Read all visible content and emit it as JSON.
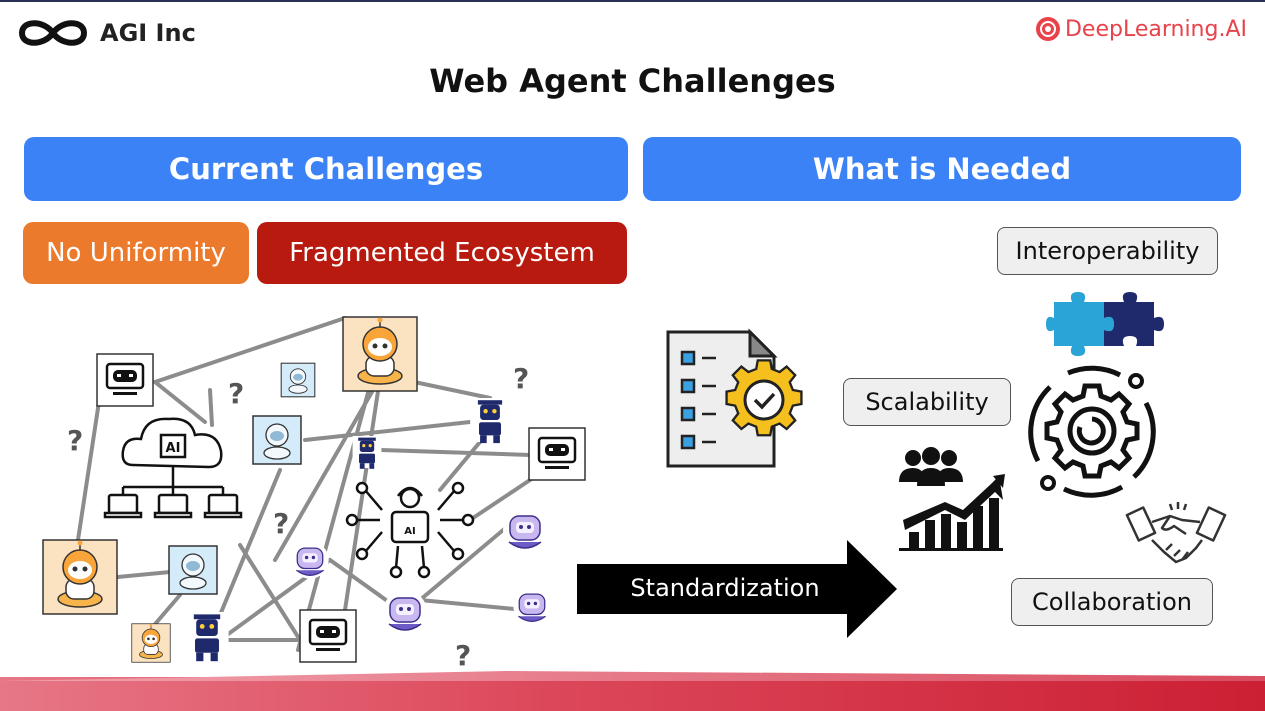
{
  "header": {
    "brand_left": "AGI Inc",
    "brand_right": "DeepLearning.AI",
    "title": "Web Agent Challenges"
  },
  "columns": {
    "left_header": "Current Challenges",
    "right_header": "What is Needed"
  },
  "challenges": {
    "tag1": "No Uniformity",
    "tag2": "Fragmented Ecosystem",
    "question_mark": "?",
    "ai_label": "AI"
  },
  "arrow": {
    "label": "Standardization"
  },
  "needs": {
    "interoperability": "Interoperability",
    "scalability": "Scalability",
    "collaboration": "Collaboration"
  },
  "colors": {
    "header_blue": "#3b82f6",
    "tag_orange": "#ec7a2c",
    "tag_red": "#b81a0f",
    "brand_red": "#e8424a",
    "gear_yellow": "#f5c01e",
    "puzzle_blue": "#2aa3d6",
    "puzzle_navy": "#1e2a6b"
  },
  "icons": [
    "infinity-icon",
    "deeplearning-logo-icon",
    "robot-icon",
    "cloud-ai-icon",
    "network-icon",
    "checklist-gear-icon",
    "growth-chart-icon",
    "puzzle-icon",
    "gear-cycle-icon",
    "handshake-icon",
    "arrow-right-icon"
  ]
}
